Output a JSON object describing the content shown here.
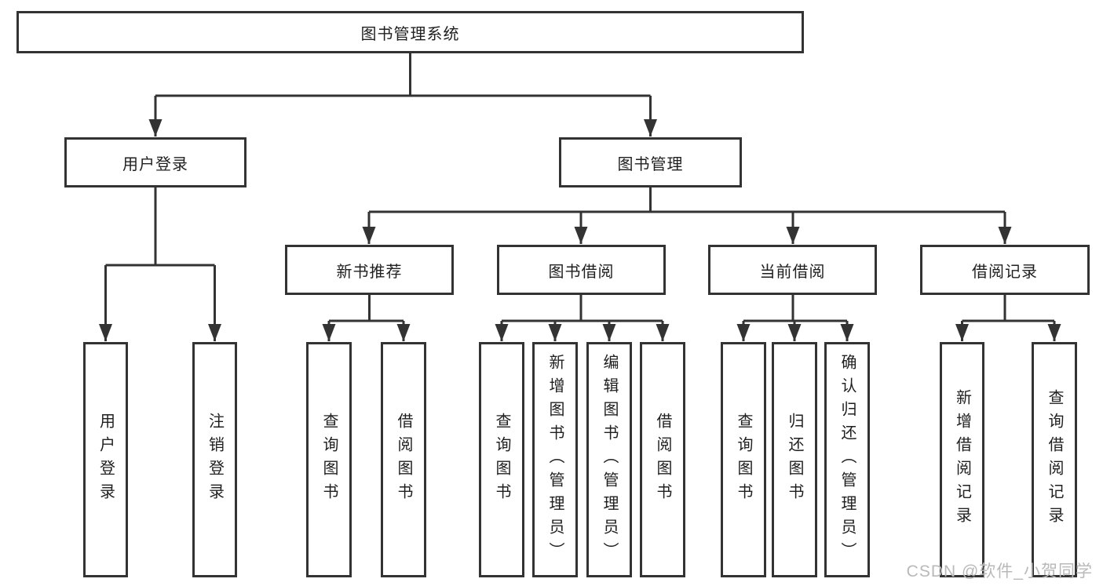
{
  "style": {
    "line_color": "#333333",
    "box_fill": "#ffffff",
    "text_color": "#1f1f1f",
    "watermark_color": "#b9b9b9"
  },
  "watermark": {
    "text": "CSDN @软件_小贺同学"
  },
  "tree": {
    "root": {
      "label": "图书管理系统",
      "children": [
        {
          "label": "用户登录",
          "children": [
            {
              "label": "用户登录"
            },
            {
              "label": "注销登录"
            }
          ]
        },
        {
          "label": "图书管理",
          "children": [
            {
              "label": "新书推荐",
              "children": [
                {
                  "label": "查询图书"
                },
                {
                  "label": "借阅图书"
                }
              ]
            },
            {
              "label": "图书借阅",
              "children": [
                {
                  "label": "查询图书"
                },
                {
                  "label": "新增图书（管理员）"
                },
                {
                  "label": "编辑图书（管理员）"
                },
                {
                  "label": "借阅图书"
                }
              ]
            },
            {
              "label": "当前借阅",
              "children": [
                {
                  "label": "查询图书"
                },
                {
                  "label": "归还图书"
                },
                {
                  "label": "确认归还（管理员）"
                }
              ]
            },
            {
              "label": "借阅记录",
              "children": [
                {
                  "label": "新增借阅记录"
                },
                {
                  "label": "查询借阅记录"
                }
              ]
            }
          ]
        }
      ]
    }
  }
}
